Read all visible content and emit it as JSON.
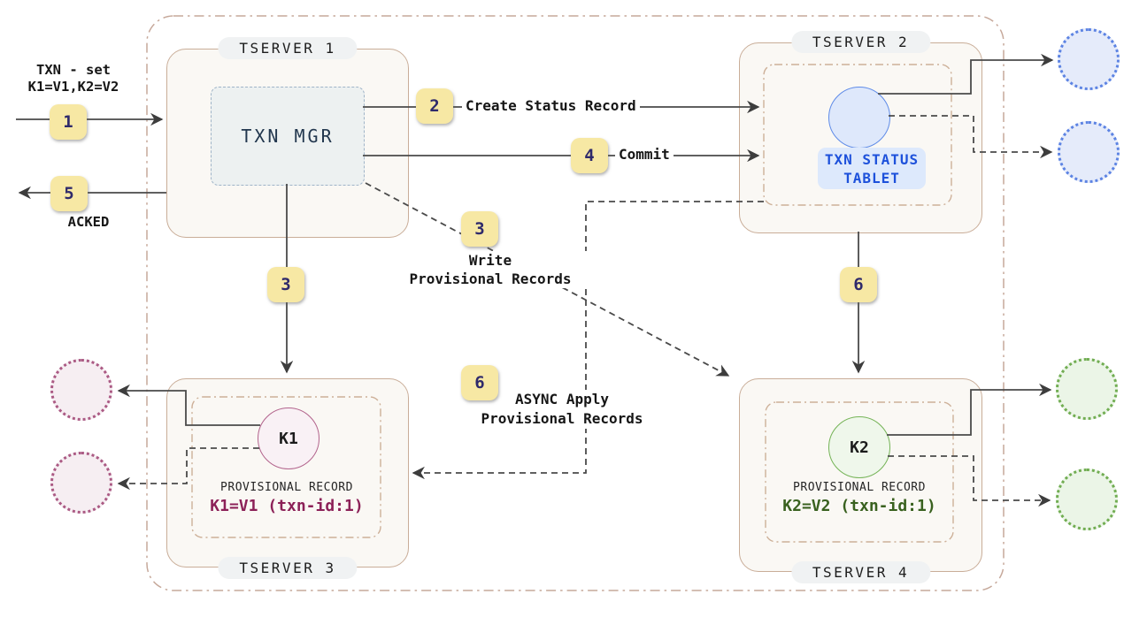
{
  "colors": {
    "badge_bg": "#F7E8A4",
    "badge_text": "#2F2A6B",
    "line": "#4a4a4a",
    "tan": "#C9AD98",
    "box_fill": "#FAF8F4",
    "pill_bg": "#F0F2F3",
    "mgr_bg": "#EDF1F1",
    "mgr_border": "#9FB4C8",
    "mgr_text": "#22374E",
    "blue_text": "#1D51DB",
    "blue_bg": "#DDE9FC",
    "blue_circle_border": "#5E8BE8",
    "blue_circle_fill": "#DEE8FB",
    "blue_dot": "#5C83E3",
    "blue_dot_fill": "#E5EBFA",
    "pink_border": "#B2638C",
    "pink_fill": "#F9F1F5",
    "pink_dot": "#AB5A84",
    "pink_dot_fill": "#F6EEF2",
    "maroon": "#8C2158",
    "green_border": "#74B356",
    "green_fill": "#EFF7EB",
    "green_dot": "#71AD52",
    "green_dot_fill": "#EBF5E7",
    "green_text": "#39611F"
  },
  "client": {
    "request_line1": "TXN - set",
    "request_line2": "K1=V1,K2=V2",
    "ack": "ACKED"
  },
  "badges": {
    "step1": "1",
    "step2": "2",
    "step3": "3",
    "step4": "4",
    "step5": "5",
    "step6": "6"
  },
  "flow_labels": {
    "create_status": "Create Status Record",
    "commit": "Commit",
    "write_line1": "Write",
    "write_line2": "Provisional Records",
    "async_line1": "ASYNC Apply",
    "async_line2": "Provisional Records"
  },
  "tserver1": {
    "title": "TSERVER 1",
    "txn_mgr": "TXN MGR"
  },
  "tserver2": {
    "title": "TSERVER 2",
    "tablet_line1": "TXN STATUS",
    "tablet_line2": "TABLET"
  },
  "tserver3": {
    "title": "TSERVER 3",
    "key": "K1",
    "record_label": "PROVISIONAL RECORD",
    "record_value": "K1=V1 (txn-id:1)"
  },
  "tserver4": {
    "title": "TSERVER 4",
    "key": "K2",
    "record_label": "PROVISIONAL RECORD",
    "record_value": "K2=V2 (txn-id:1)"
  }
}
